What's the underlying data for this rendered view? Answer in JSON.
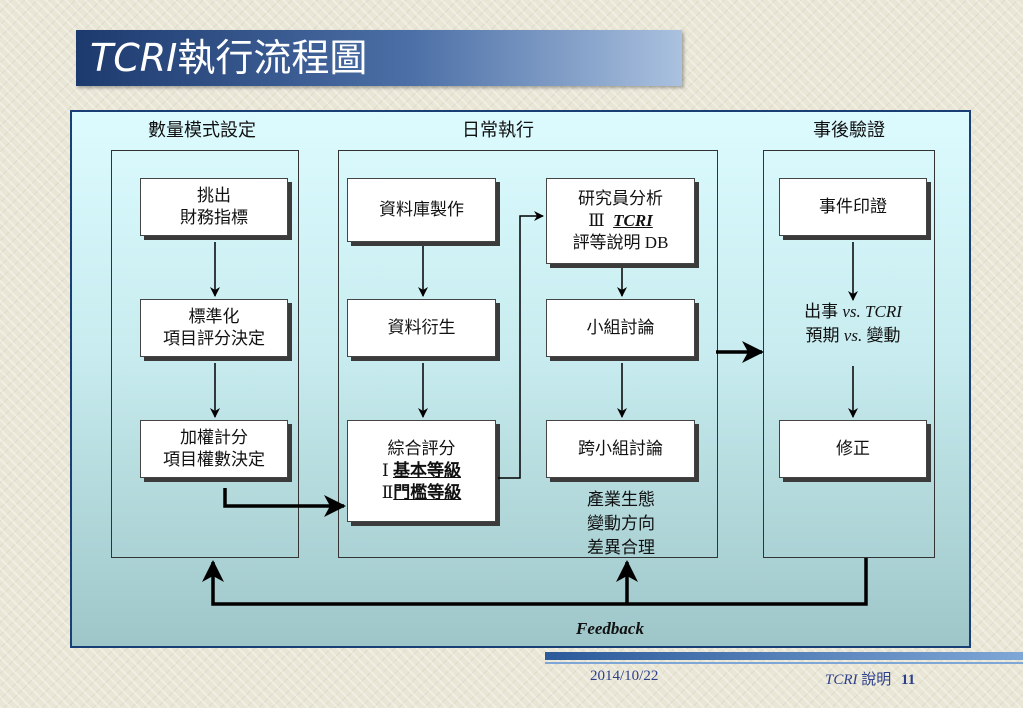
{
  "title": {
    "italic": "TCRI",
    "rest": "執行流程圖"
  },
  "sections": {
    "left": "數量模式設定",
    "middle": "日常執行",
    "right": "事後驗證"
  },
  "left_boxes": [
    {
      "lines": [
        "挑出",
        "財務指標"
      ]
    },
    {
      "lines": [
        "標準化",
        "項目評分決定"
      ]
    },
    {
      "lines": [
        "加權計分",
        "項目權數決定"
      ]
    }
  ],
  "middle_left_boxes": [
    {
      "lines": [
        "資料庫製作"
      ]
    },
    {
      "lines": [
        "資料衍生"
      ]
    }
  ],
  "composite_box": {
    "line1": "綜合評分",
    "line2_prefix": "Ⅰ",
    "line2": "基本等級",
    "line3_prefix": "Ⅱ",
    "line3": "門檻等級"
  },
  "analyst_box": {
    "line1": "研究員分析",
    "line2_prefix": "Ⅲ",
    "line2": "TCRI",
    "line3": "評等說明 DB"
  },
  "middle_right_boxes": [
    {
      "lines": [
        "小組討論"
      ]
    },
    {
      "lines": [
        "跨小組討論"
      ]
    }
  ],
  "industry_note": [
    "產業生態",
    "變動方向",
    "差異合理"
  ],
  "right_boxes": {
    "top": "事件印證",
    "bottom": "修正"
  },
  "right_note": {
    "line1a": "出事 ",
    "line1b": "vs. TCRI",
    "line2a": "預期 ",
    "line2b": "vs.",
    "line2c": " 變動"
  },
  "feedback_label": "Feedback",
  "footer": {
    "date": "2014/10/22",
    "brand": "TCRI",
    "label": "說明",
    "page": "11"
  }
}
